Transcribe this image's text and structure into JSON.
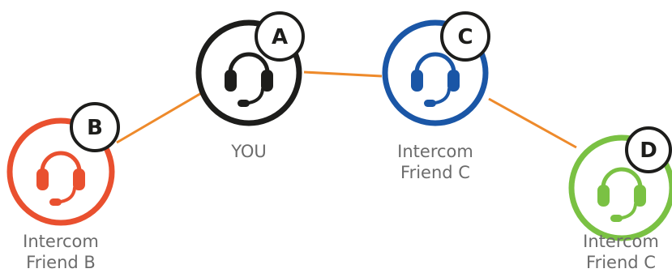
{
  "nodes": {
    "you": {
      "badge": "A",
      "label_line1": "YOU",
      "label_line2": "",
      "color": "#1d1d1b"
    },
    "friend_b": {
      "badge": "B",
      "label_line1": "Intercom",
      "label_line2": "Friend B",
      "color": "#e9502f"
    },
    "friend_c": {
      "badge": "C",
      "label_line1": "Intercom",
      "label_line2": "Friend C",
      "color": "#1a56a6"
    },
    "friend_d": {
      "badge": "D",
      "label_line1": "Intercom",
      "label_line2": "Friend C",
      "color": "#7ac143"
    }
  },
  "link_color": "#ee8a2b",
  "label_color": "#6b6b6b",
  "icons": {
    "headset": "headset-icon"
  }
}
